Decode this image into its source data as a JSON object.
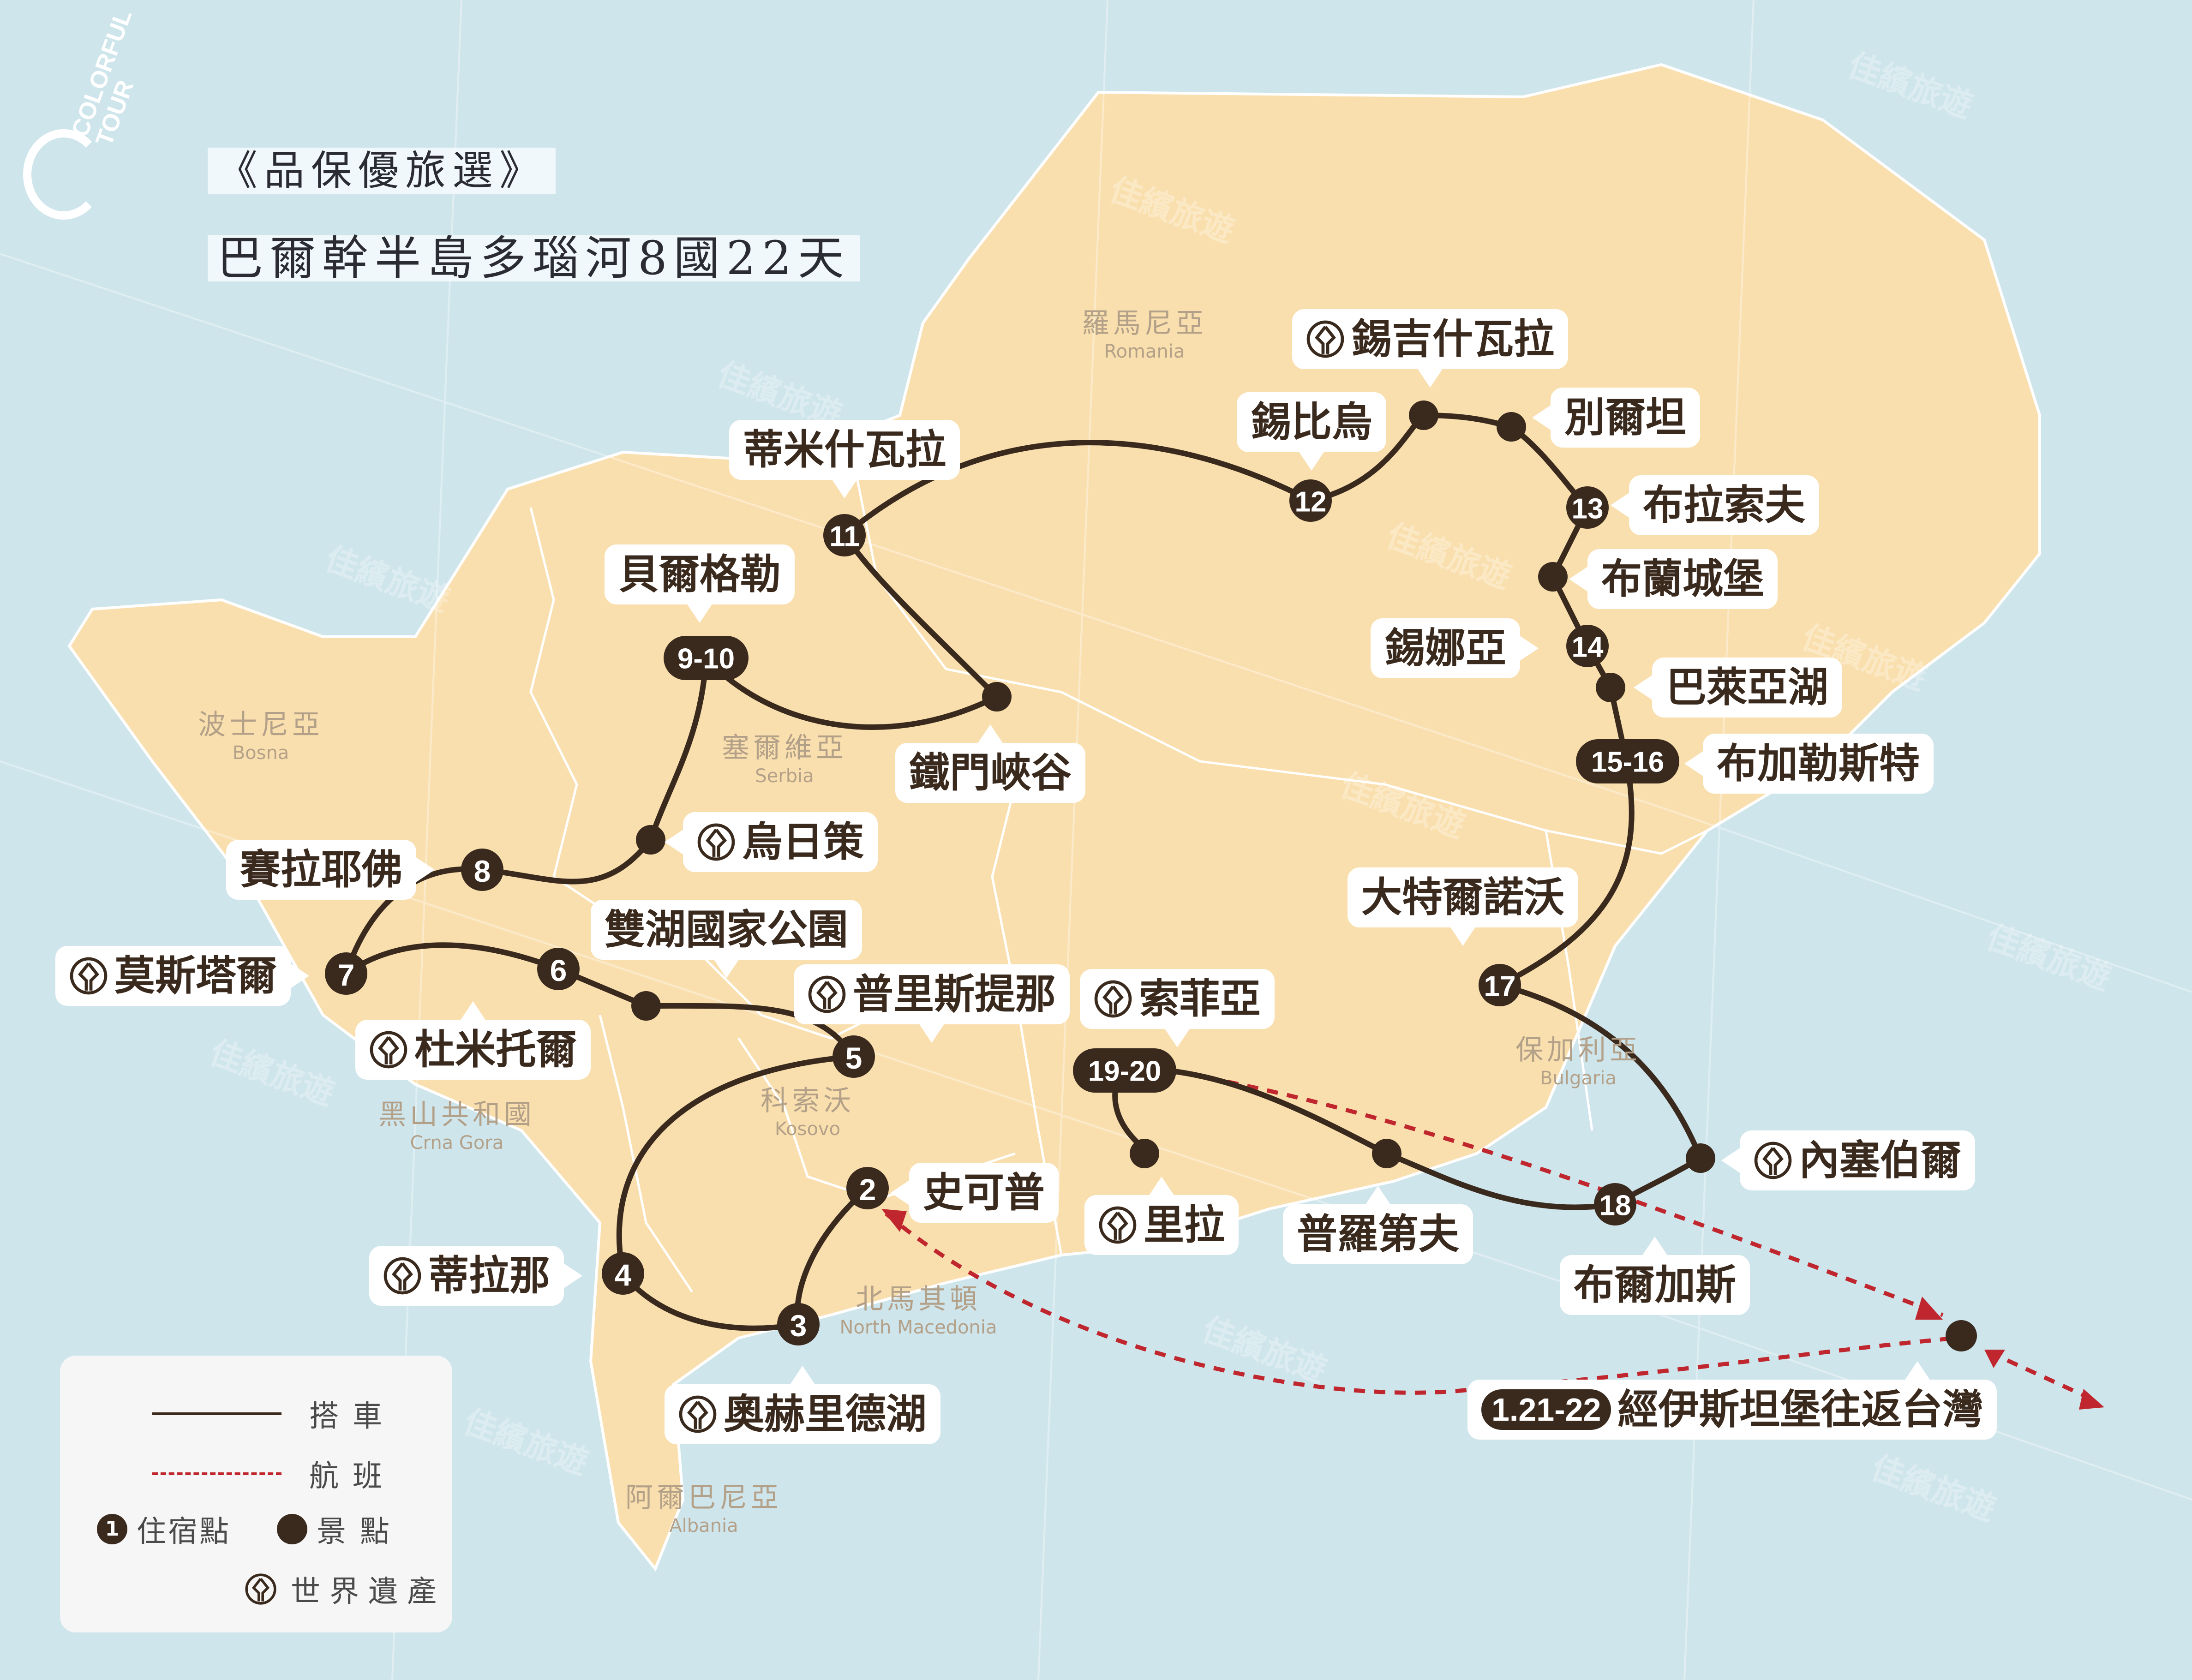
{
  "title": {
    "line1": "《品保優旅選》",
    "line2": "巴爾幹半島多瑙河8國22天"
  },
  "logo": {
    "text": "COLORFUL TOUR"
  },
  "watermark": {
    "zh": "佳繽旅遊",
    "en": "COLORFUL TOUR"
  },
  "colors": {
    "sea": "#cfe5ec",
    "land": "#fadfae",
    "border": "#ffffff",
    "route": "#3a2a1e",
    "flight": "#c0262d",
    "label_bg": "#ffffff",
    "label_text": "#3a2a1e",
    "country_text": "#b3a088"
  },
  "countries": [
    {
      "zh": "羅馬尼亞",
      "en": "Romania"
    },
    {
      "zh": "波士尼亞",
      "en": "Bosna"
    },
    {
      "zh": "塞爾維亞",
      "en": "Serbia"
    },
    {
      "zh": "科索沃",
      "en": "Kosovo"
    },
    {
      "zh": "黑山共和國",
      "en": "Crna Gora"
    },
    {
      "zh": "北馬其頓",
      "en": "North Macedonia"
    },
    {
      "zh": "阿爾巴尼亞",
      "en": "Albania"
    },
    {
      "zh": "保加利亞",
      "en": "Bulgaria"
    }
  ],
  "nodes": [
    {
      "id": "2",
      "label": "2"
    },
    {
      "id": "3",
      "label": "3"
    },
    {
      "id": "4",
      "label": "4"
    },
    {
      "id": "5",
      "label": "5"
    },
    {
      "id": "6",
      "label": "6"
    },
    {
      "id": "7",
      "label": "7"
    },
    {
      "id": "8",
      "label": "8"
    },
    {
      "id": "9-10",
      "label": "9-10"
    },
    {
      "id": "11",
      "label": "11"
    },
    {
      "id": "12",
      "label": "12"
    },
    {
      "id": "13",
      "label": "13"
    },
    {
      "id": "14",
      "label": "14"
    },
    {
      "id": "15-16",
      "label": "15-16"
    },
    {
      "id": "17",
      "label": "17"
    },
    {
      "id": "18",
      "label": "18"
    },
    {
      "id": "19-20",
      "label": "19-20"
    }
  ],
  "places": [
    {
      "name": "錫吉什瓦拉",
      "unesco": true
    },
    {
      "name": "錫比烏",
      "unesco": false
    },
    {
      "name": "別爾坦",
      "unesco": false
    },
    {
      "name": "蒂米什瓦拉",
      "unesco": false
    },
    {
      "name": "布拉索夫",
      "unesco": false
    },
    {
      "name": "布蘭城堡",
      "unesco": false
    },
    {
      "name": "錫娜亞",
      "unesco": false
    },
    {
      "name": "巴萊亞湖",
      "unesco": false
    },
    {
      "name": "布加勒斯特",
      "unesco": false
    },
    {
      "name": "貝爾格勒",
      "unesco": false
    },
    {
      "name": "鐵門峽谷",
      "unesco": false
    },
    {
      "name": "烏日策",
      "unesco": true
    },
    {
      "name": "賽拉耶佛",
      "unesco": false
    },
    {
      "name": "雙湖國家公園",
      "unesco": false
    },
    {
      "name": "莫斯塔爾",
      "unesco": true
    },
    {
      "name": "杜米托爾",
      "unesco": true
    },
    {
      "name": "普里斯提那",
      "unesco": true
    },
    {
      "name": "索菲亞",
      "unesco": true
    },
    {
      "name": "大特爾諾沃",
      "unesco": false
    },
    {
      "name": "史可普",
      "unesco": false
    },
    {
      "name": "里拉",
      "unesco": true
    },
    {
      "name": "普羅第夫",
      "unesco": false
    },
    {
      "name": "內塞伯爾",
      "unesco": true
    },
    {
      "name": "布爾加斯",
      "unesco": false
    },
    {
      "name": "蒂拉那",
      "unesco": true
    },
    {
      "name": "奧赫里德湖",
      "unesco": true
    }
  ],
  "flight_label": {
    "days": "1.21-22",
    "text": "經伊斯坦堡往返台灣"
  },
  "legend": {
    "drive": "搭車",
    "flight": "航班",
    "stay_marker": "1",
    "stay": "住宿點",
    "sight": "景點",
    "heritage": "世界遺產"
  }
}
